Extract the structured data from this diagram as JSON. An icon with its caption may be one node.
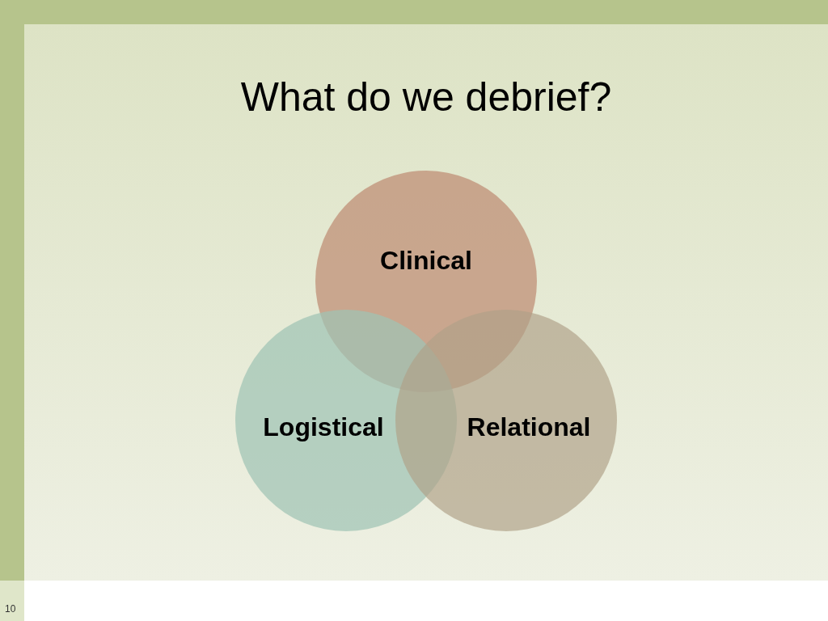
{
  "diagram": {
    "title": "What do we debrief?",
    "nodes": [
      {
        "text": [
          "Clinical"
        ]
      },
      {
        "text": [
          "Logistical"
        ]
      },
      {
        "text": [
          "Relational"
        ]
      }
    ],
    "labels": [
      "10"
    ]
  }
}
